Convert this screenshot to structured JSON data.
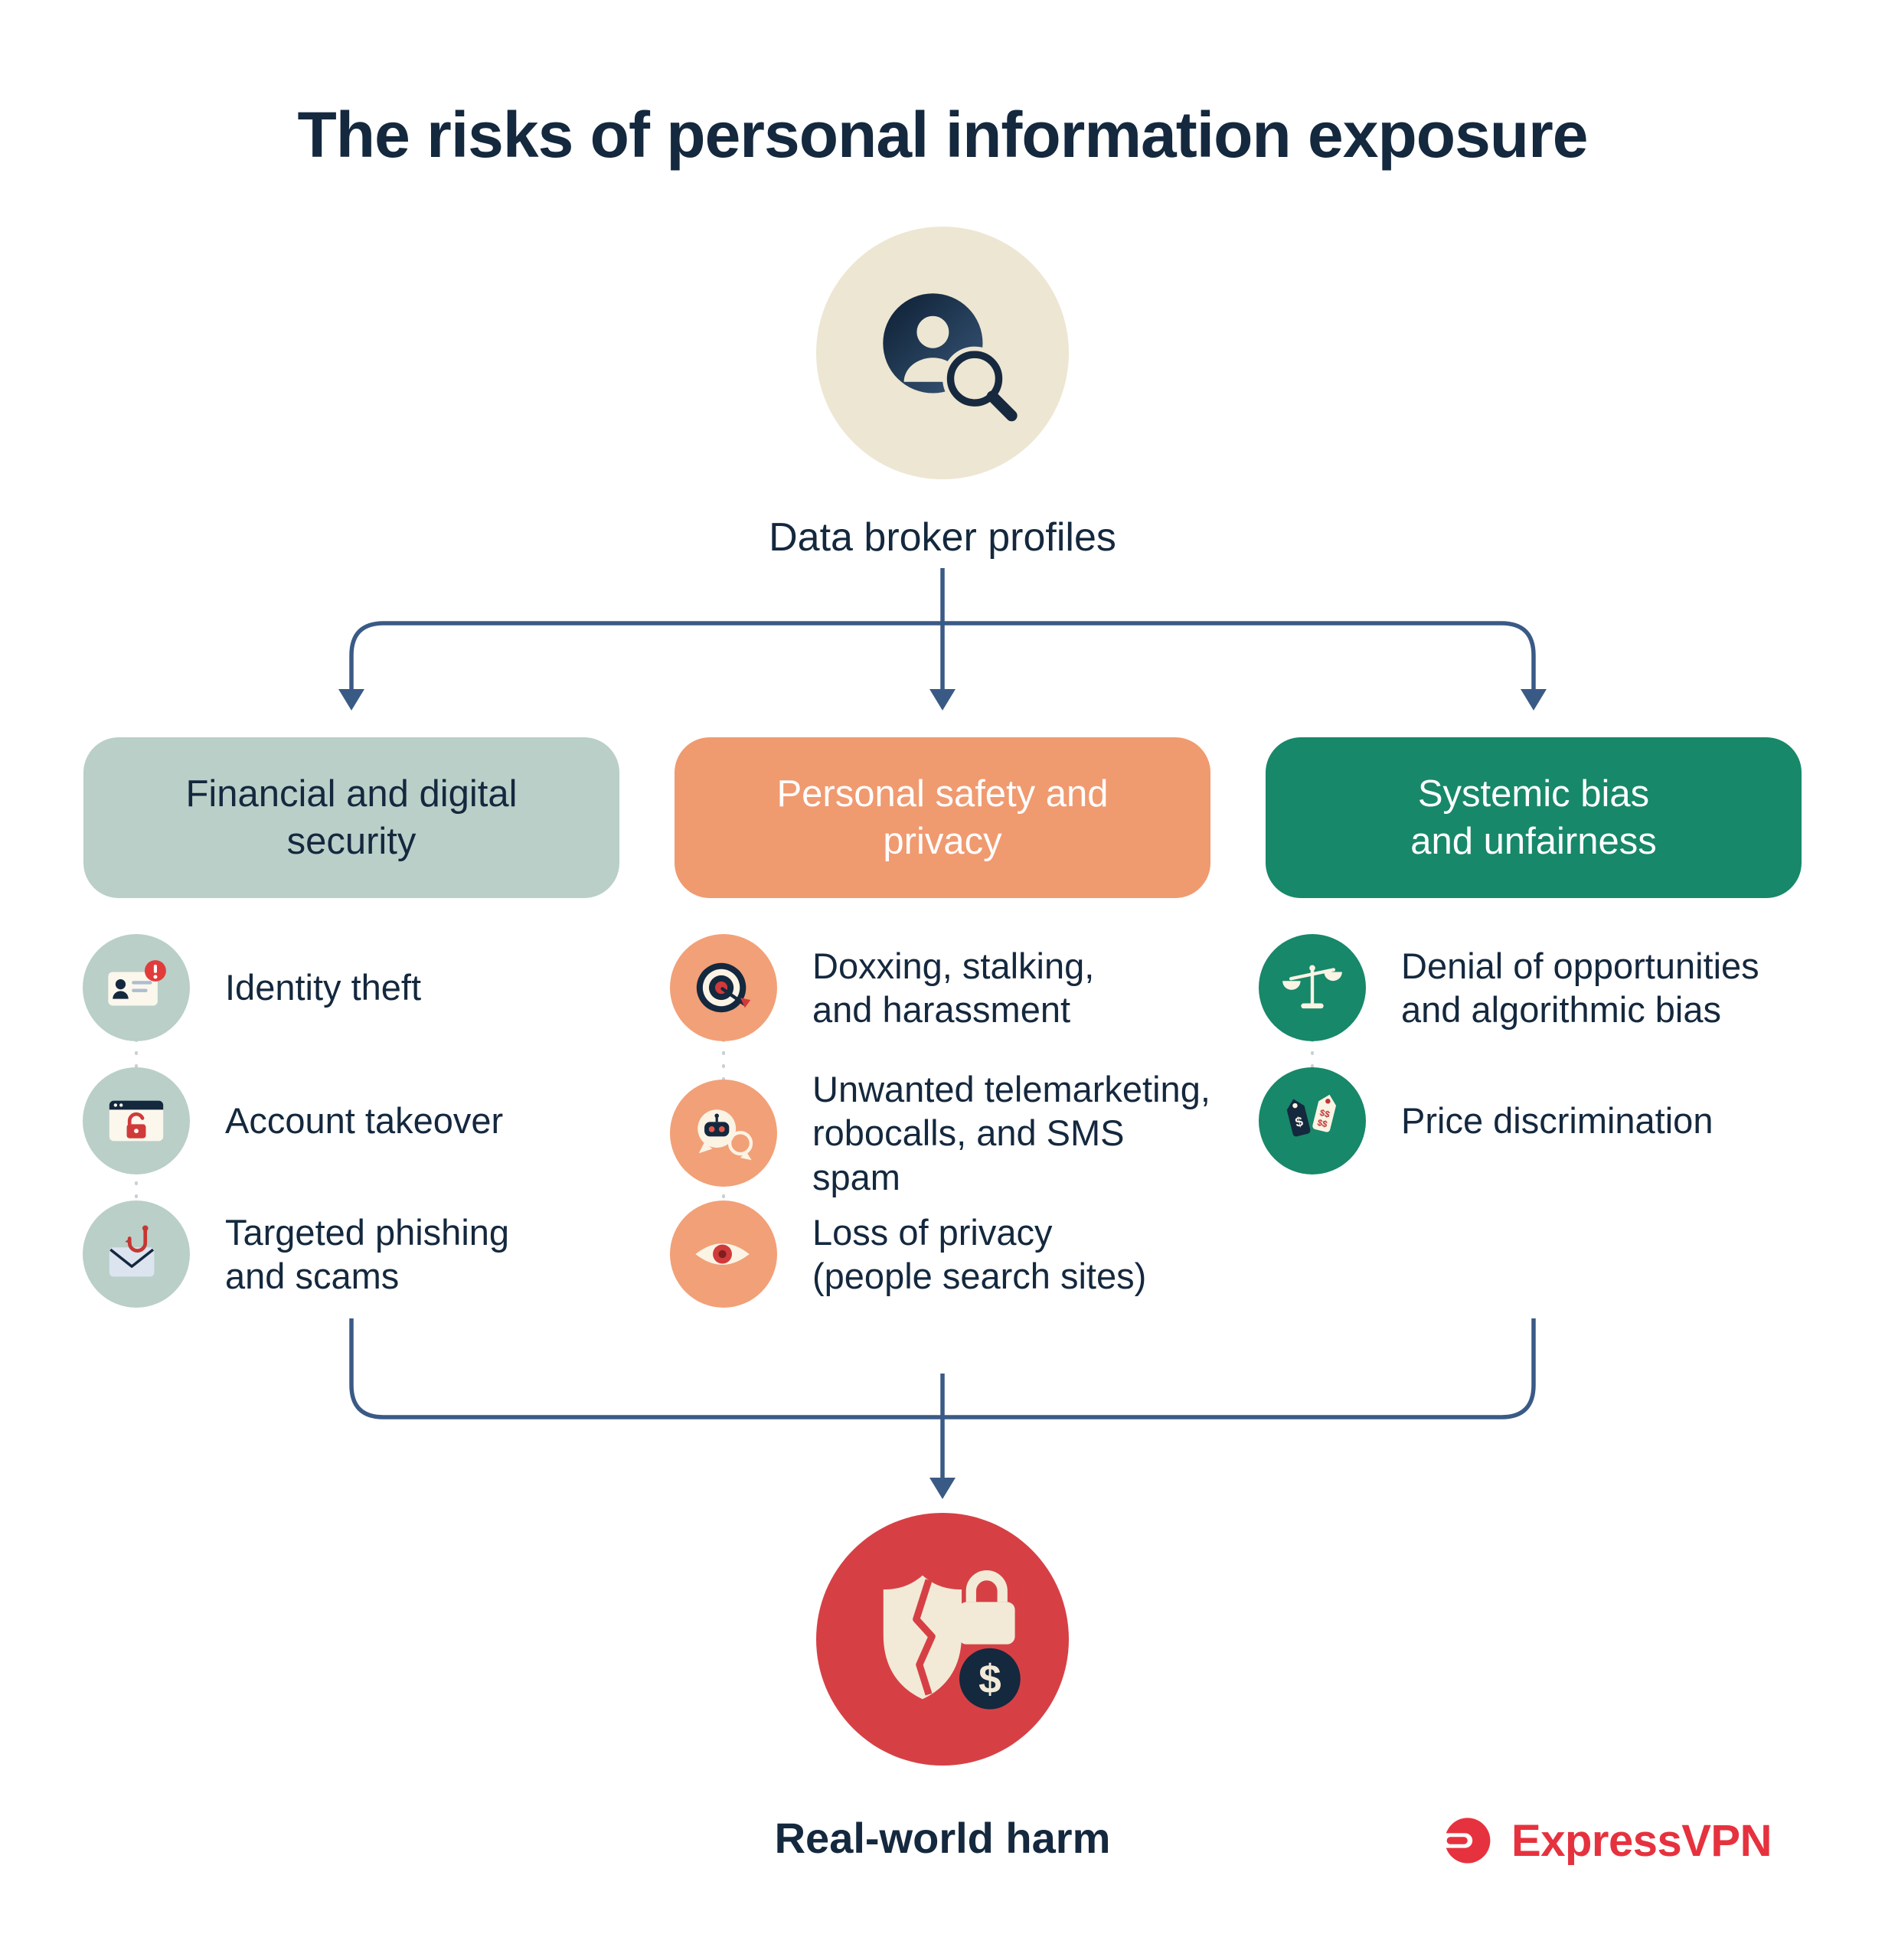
{
  "title": "The risks of personal information exposure",
  "source": {
    "icon": "person-search-icon",
    "label": "Data broker profiles"
  },
  "branches": [
    {
      "id": "financial-digital-security",
      "label": "Financial and digital\nsecurity",
      "color": "#B9CFC8",
      "text_color": "#14283E",
      "items": [
        {
          "icon": "id-card-alert-icon",
          "label": "Identity theft"
        },
        {
          "icon": "browser-lock-icon",
          "label": "Account takeover"
        },
        {
          "icon": "phishing-hook-icon",
          "label": "Targeted phishing\nand scams"
        }
      ]
    },
    {
      "id": "personal-safety-privacy",
      "label": "Personal safety and\nprivacy",
      "color": "#F09A70",
      "text_color": "#FFFFFF",
      "items": [
        {
          "icon": "target-dart-icon",
          "label": "Doxxing, stalking,\nand harassment"
        },
        {
          "icon": "robocall-chat-icon",
          "label": "Unwanted telemarketing,\nrobocalls, and SMS\nspam"
        },
        {
          "icon": "eye-icon",
          "label": "Loss of privacy\n(people search sites)"
        }
      ]
    },
    {
      "id": "systemic-bias-unfairness",
      "label": "Systemic bias\nand unfairness",
      "color": "#178869",
      "text_color": "#FFFFFF",
      "items": [
        {
          "icon": "balance-scale-icon",
          "label": "Denial of opportunities\nand algorithmic bias"
        },
        {
          "icon": "price-tags-icon",
          "label": "Price discrimination"
        }
      ]
    }
  ],
  "outcome": {
    "icon": "broken-shield-lock-icon",
    "label": "Real-world harm"
  },
  "brand": {
    "logo_icon": "expressvpn-logo-icon",
    "name": "ExpressVPN",
    "color": "#E6323E"
  },
  "colors": {
    "background": "#FFFFFF",
    "heading_text": "#14283E",
    "connector": "#3A5A86",
    "source_badge": "#EDE6D2",
    "harm_badge": "#D64045",
    "dashed_connector": "#C9CFD6"
  }
}
